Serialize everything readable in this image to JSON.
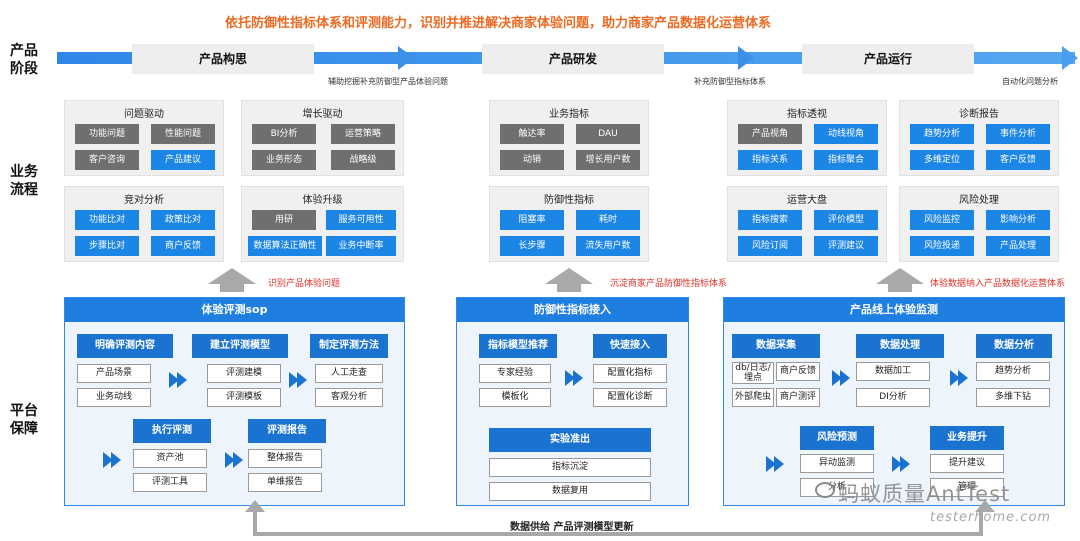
{
  "headline": "依托防御性指标体系和评测能力，识别并推进解决商家体验问题，助力商家产品数据化运营体系",
  "row_labels": {
    "stage": "产品\n阶段",
    "flow": "业务\n流程",
    "platform": "平台\n保障"
  },
  "stages": {
    "items": [
      "产品构思",
      "产品研发",
      "产品运行"
    ],
    "notes": [
      "辅助挖掘补充防御型产品体验问题",
      "补充防御型指标体系",
      "自动化问题分析"
    ]
  },
  "flow": {
    "p1": {
      "title": "问题驱动",
      "chips": [
        "功能问题",
        "性能问题",
        "客户咨询",
        "产品建议"
      ]
    },
    "p2": {
      "title": "增长驱动",
      "chips": [
        "BI分析",
        "运营策略",
        "业务形态",
        "战略级"
      ]
    },
    "p3": {
      "title": "竞对分析",
      "chips": [
        "功能比对",
        "政策比对",
        "步骤比对",
        "商户反馈"
      ]
    },
    "p4": {
      "title": "体验升级",
      "chips": [
        "用研",
        "服务可用性",
        "数据算法正确性",
        "业务中断率"
      ]
    },
    "p5": {
      "title": "业务指标",
      "chips": [
        "触达率",
        "DAU",
        "动销",
        "增长用户数"
      ]
    },
    "p6": {
      "title": "防御性指标",
      "chips": [
        "阻塞率",
        "耗时",
        "长步骤",
        "流失用户数"
      ]
    },
    "p7": {
      "title": "指标透视",
      "chips": [
        "产品视角",
        "动线视角",
        "指标关系",
        "指标聚合"
      ]
    },
    "p8": {
      "title": "诊断报告",
      "chips": [
        "趋势分析",
        "事件分析",
        "多维定位",
        "客户反馈"
      ]
    },
    "p9": {
      "title": "运营大盘",
      "chips": [
        "指标搜索",
        "评价模型",
        "风险订阅",
        "评测建议"
      ]
    },
    "p10": {
      "title": "风险处理",
      "chips": [
        "风险监控",
        "影响分析",
        "风险投递",
        "产品处理"
      ]
    }
  },
  "arrow_notes": [
    "识别产品体验问题",
    "沉淀商家产品防御性指标体系",
    "体验数据纳入产品数据化运营体系"
  ],
  "platform": {
    "sop": {
      "title": "体验评测sop",
      "g1": {
        "head": "明确评测内容",
        "items": [
          "产品场景",
          "业务动线"
        ]
      },
      "g2": {
        "head": "建立评测模型",
        "items": [
          "评测建模",
          "评测模板"
        ]
      },
      "g3": {
        "head": "制定评测方法",
        "items": [
          "人工走查",
          "客观分析"
        ]
      },
      "g4": {
        "head": "执行评测",
        "items": [
          "资产池",
          "评测工具"
        ]
      },
      "g5": {
        "head": "评测报告",
        "items": [
          "整体报告",
          "单维报告"
        ]
      }
    },
    "defense": {
      "title": "防御性指标接入",
      "g1": {
        "head": "指标模型推荐",
        "items": [
          "专家经验",
          "模板化"
        ]
      },
      "g2": {
        "head": "快速接入",
        "items": [
          "配置化指标",
          "配置化诊断"
        ]
      },
      "g3": {
        "head": "实验准出",
        "items": [
          "指标沉淀",
          "数据复用"
        ]
      }
    },
    "monitor": {
      "title": "产品线上体验监测",
      "g1": {
        "head": "数据采集",
        "items": [
          "db/日志/埋点",
          "商户反馈",
          "外部爬虫",
          "商户测评"
        ]
      },
      "g2": {
        "head": "数据处理",
        "items": [
          "数据加工",
          "DI分析"
        ]
      },
      "g3": {
        "head": "数据分析",
        "items": [
          "趋势分析",
          "多维下钻"
        ]
      },
      "g4": {
        "head": "风险预测",
        "items": [
          "异动监测",
          "分析"
        ]
      },
      "g5": {
        "head": "业务提升",
        "items": [
          "提升建议",
          "管理"
        ]
      }
    }
  },
  "loop_label": "数据供给 产品评测模型更新",
  "watermark": {
    "main": "蚂蚁质量AntTest",
    "sub": "testerhome.com"
  }
}
